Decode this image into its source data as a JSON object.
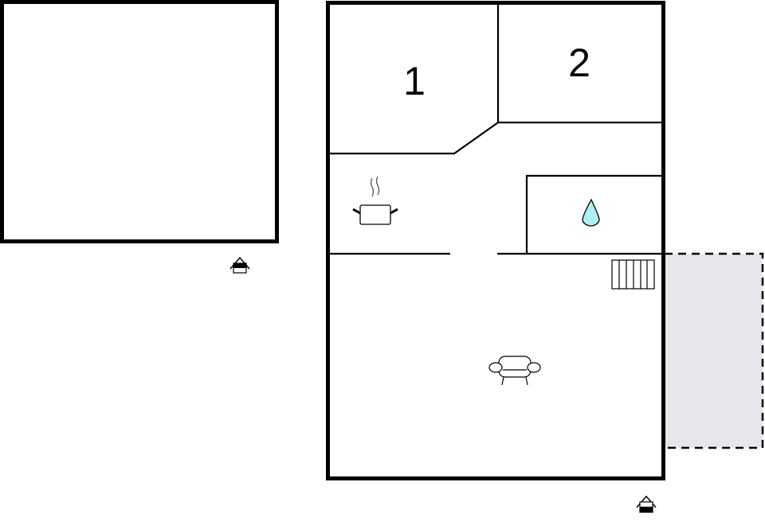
{
  "diagram": {
    "type": "floor-plan",
    "colors": {
      "wall": "#000000",
      "background": "#ffffff",
      "terrace_fill": "#e6e6ec",
      "water_drop": "#aeeff2"
    },
    "buildings": [
      {
        "id": "annex",
        "description": "Separate empty building (left)",
        "entrance_icon": "entrance-house-icon"
      },
      {
        "id": "main-house",
        "description": "Main house",
        "entrance_icon": "entrance-house-icon"
      }
    ],
    "rooms": [
      {
        "id": "bedroom-1",
        "label": "1",
        "type": "bedroom"
      },
      {
        "id": "bedroom-2",
        "label": "2",
        "type": "bedroom"
      },
      {
        "id": "kitchen",
        "label": "",
        "type": "kitchen",
        "icon": "cooking-pot-icon"
      },
      {
        "id": "bathroom",
        "label": "",
        "type": "bathroom",
        "icon": "water-drop-icon"
      },
      {
        "id": "living-room",
        "label": "",
        "type": "living-room",
        "icon": "sofa-icon"
      },
      {
        "id": "hallway",
        "label": "",
        "type": "hallway"
      }
    ],
    "features": [
      {
        "id": "stairs",
        "icon": "stairs-icon"
      },
      {
        "id": "terrace",
        "icon": "terrace-dashed-area"
      }
    ]
  }
}
